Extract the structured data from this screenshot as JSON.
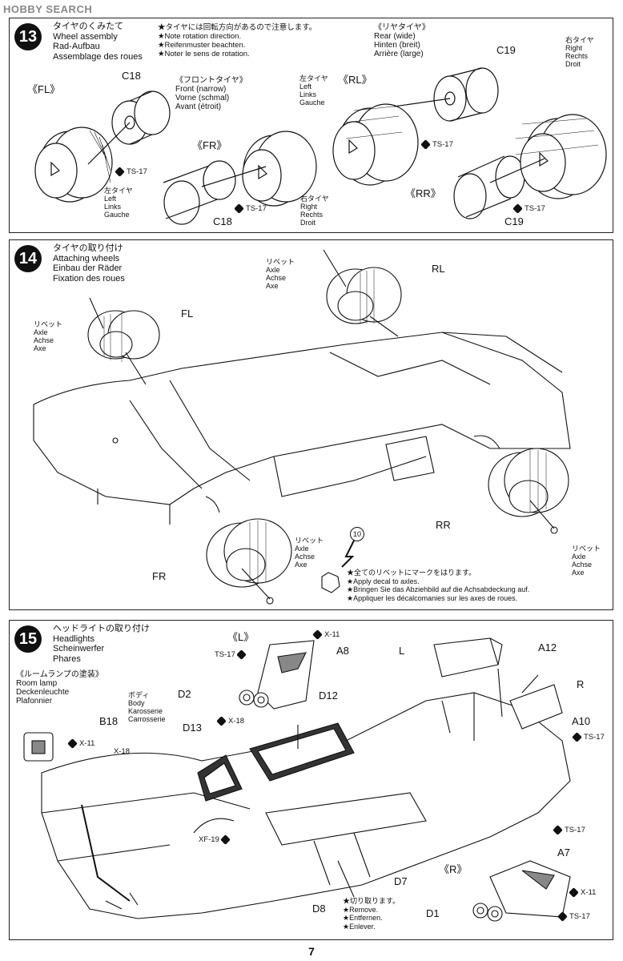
{
  "logo": "HOBBY SEARCH",
  "page_number": "7",
  "step13": {
    "num": "13",
    "title": [
      "タイヤのくみたて",
      "Wheel assembly",
      "Rad-Aufbau",
      "Assemblage des roues"
    ],
    "note": [
      "★タイヤには回転方向があるので注意します。",
      "★Note rotation direction.",
      "★Reifenmuster beachten.",
      "★Noter le sens de rotation."
    ],
    "fl": "《FL》",
    "fr": "《FR》",
    "rl": "《RL》",
    "rr": "《RR》",
    "front_tire": [
      "《フロントタイヤ》",
      "Front (narrow)",
      "Vorne (schmal)",
      "Avant (étroit)"
    ],
    "rear_tire": [
      "《リヤタイヤ》",
      "Rear (wide)",
      "Hinten (breit)",
      "Arrière (large)"
    ],
    "left_tire_fl": [
      "左タイヤ",
      "Left",
      "Links",
      "Gauche"
    ],
    "left_tire_rl": [
      "左タイヤ",
      "Left",
      "Links",
      "Gauche"
    ],
    "right_tire_fr": [
      "右タイヤ",
      "Right",
      "Rechts",
      "Droit"
    ],
    "right_tire_rr": [
      "右タイヤ",
      "Right",
      "Rechts",
      "Droit"
    ],
    "c18a": "C18",
    "c18b": "C18",
    "c19a": "C19",
    "c19b": "C19",
    "ts1": "TS-17",
    "ts2": "TS-17",
    "ts3": "TS-17",
    "ts4": "TS-17"
  },
  "step14": {
    "num": "14",
    "title": [
      "タイヤの取り付け",
      "Attaching wheels",
      "Einbau der Räder",
      "Fixation des roues"
    ],
    "axle1": [
      "リベット",
      "Axle",
      "Achse",
      "Axe"
    ],
    "axle2": [
      "リベット",
      "Axle",
      "Achse",
      "Axe"
    ],
    "axle3": [
      "リベット",
      "Axle",
      "Achse",
      "Axe"
    ],
    "axle4": [
      "リベット",
      "Axle",
      "Achse",
      "Axe"
    ],
    "fl": "FL",
    "rl": "RL",
    "fr": "FR",
    "rr": "RR",
    "decal_num": "10",
    "decal_note": [
      "★全てのリベットにマークをはります。",
      "★Apply decal to axles.",
      "★Bringen Sie das Abziehbild auf die Achsabdeckung auf.",
      "★Appliquer les décalcomanies sur les axes de roues."
    ]
  },
  "step15": {
    "num": "15",
    "title": [
      "ヘッドライトの取り付け",
      "Headlights",
      "Scheinwerfer",
      "Phares"
    ],
    "room_lamp": [
      "《ルームランプの塗装》",
      "Room lamp",
      "Deckenleuchte",
      "Plafonnier"
    ],
    "body": [
      "ボディ",
      "Body",
      "Karosserie",
      "Carrosserie"
    ],
    "l_label": "《L》",
    "r_label": "《R》",
    "parts": {
      "a8": "A8",
      "d2": "D2",
      "d12": "D12",
      "d13": "D13",
      "b18": "B18",
      "l": "L",
      "a12": "A12",
      "r": "R",
      "a10": "A10",
      "a7": "A7",
      "d1": "D1",
      "d7": "D7",
      "d8": "D8"
    },
    "paints": {
      "x11a": "X-11",
      "x11b": "X-11",
      "x11c": "X-11",
      "x18a": "X-18",
      "x18b": "X-18",
      "ts17a": "TS-17",
      "ts17b": "TS-17",
      "ts17c": "TS-17",
      "ts17d": "TS-17",
      "xf19": "XF-19"
    },
    "cut_note": [
      "★切り取ります。",
      "★Remove.",
      "★Entfernen.",
      "★Enlever."
    ]
  }
}
